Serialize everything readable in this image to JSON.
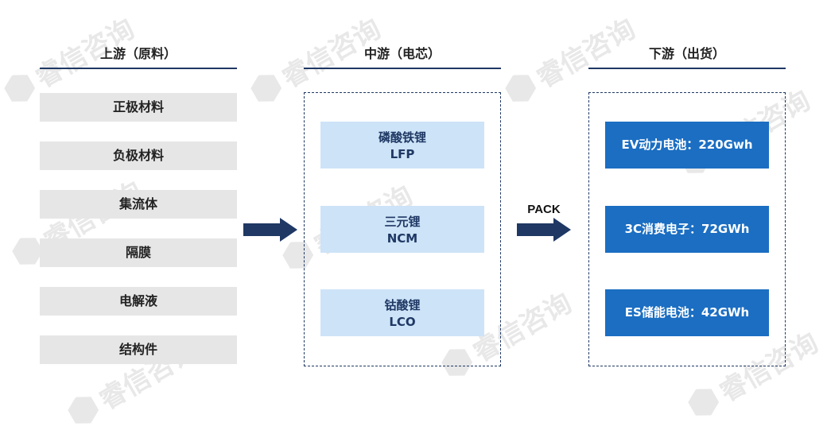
{
  "watermark": "睿信咨询",
  "upstream": {
    "title": "上游（原料）",
    "items": [
      "正极材料",
      "负极材料",
      "集流体",
      "隔膜",
      "电解液",
      "结构件"
    ]
  },
  "midstream": {
    "title": "中游（电芯）",
    "items": [
      {
        "name": "磷酸铁锂",
        "code": "LFP"
      },
      {
        "name": "三元锂",
        "code": "NCM"
      },
      {
        "name": "钴酸锂",
        "code": "LCO"
      }
    ]
  },
  "pack_label": "PACK",
  "downstream": {
    "title": "下游（出货）",
    "items": [
      "EV动力电池：220Gwh",
      "3C消费电子：72GWh",
      "ES储能电池：42GWh"
    ]
  },
  "colors": {
    "navy": "#1f3864",
    "light_gray": "#e6e6e6",
    "light_blue": "#cde3f7",
    "blue": "#1b6ec2"
  }
}
